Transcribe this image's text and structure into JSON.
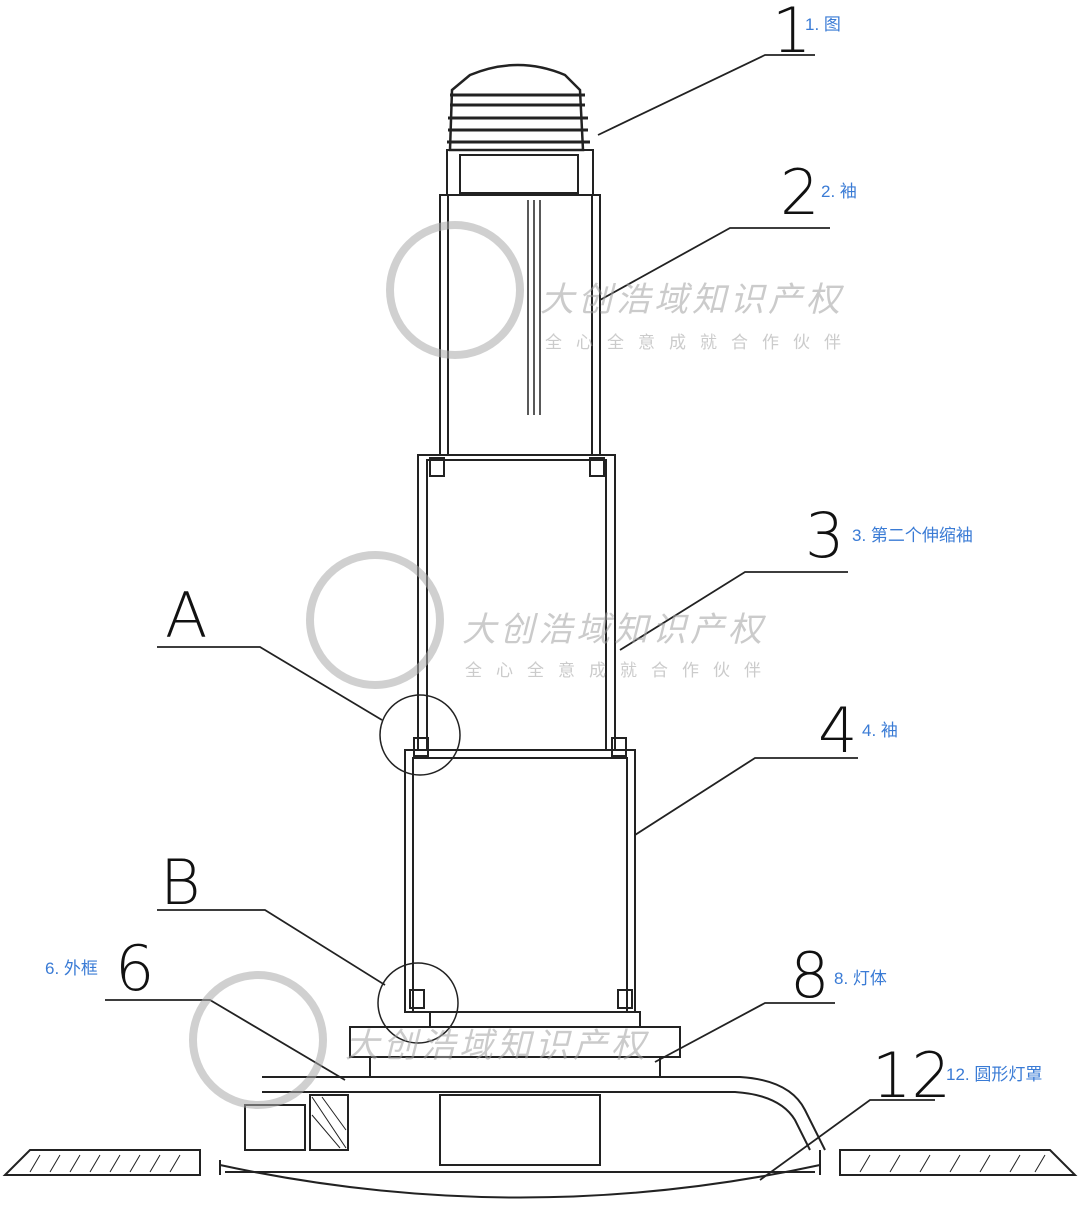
{
  "labels": {
    "p1": {
      "num": "1",
      "note": "1. 图"
    },
    "p2": {
      "num": "2",
      "note": "2. 袖"
    },
    "p3": {
      "num": "3",
      "note": "3. 第二个伸缩袖"
    },
    "p4": {
      "num": "4",
      "note": "4. 袖"
    },
    "pA": {
      "num": "A"
    },
    "pB": {
      "num": "B"
    },
    "p6": {
      "num": "6",
      "note": "6. 外框"
    },
    "p8": {
      "num": "8",
      "note": "8. 灯体"
    },
    "p12": {
      "num": "12",
      "note": "12. 圆形灯罩"
    }
  },
  "watermark": {
    "name": "大创浩域知识产权",
    "slogan": "全心全意成就合作伙伴"
  }
}
